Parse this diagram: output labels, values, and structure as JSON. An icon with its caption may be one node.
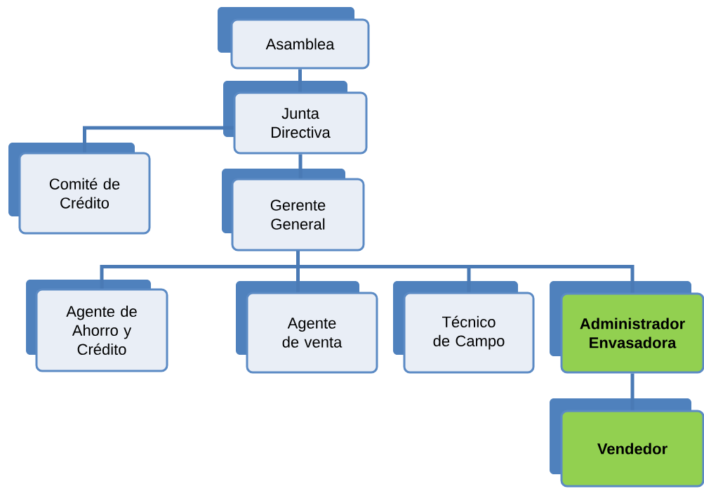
{
  "diagram": {
    "nodes": [
      {
        "text": [
          "Asamblea"
        ]
      },
      {
        "text": [
          "Junta Directiva"
        ]
      },
      {
        "text": [
          "Comité de Crédito"
        ]
      },
      {
        "text": [
          "Gerente General"
        ]
      },
      {
        "text": [
          "Agente de Ahorro y Crédito"
        ]
      },
      {
        "text": [
          "Agente de venta"
        ]
      },
      {
        "text": [
          "Técnico de Campo"
        ]
      },
      {
        "text": [
          "Administrador Envasadora"
        ]
      },
      {
        "text": [
          "Vendedor"
        ]
      }
    ],
    "edges": [
      {
        "from": 0,
        "to": 1,
        "arrow": "none"
      },
      {
        "from": 1,
        "to": 2,
        "arrow": "none"
      },
      {
        "from": 1,
        "to": 3,
        "arrow": "none"
      },
      {
        "from": 3,
        "to": 4,
        "arrow": "none"
      },
      {
        "from": 3,
        "to": 5,
        "arrow": "none"
      },
      {
        "from": 3,
        "to": 6,
        "arrow": "none"
      },
      {
        "from": 3,
        "to": 7,
        "arrow": "none"
      },
      {
        "from": 7,
        "to": 8,
        "arrow": "none"
      }
    ]
  }
}
